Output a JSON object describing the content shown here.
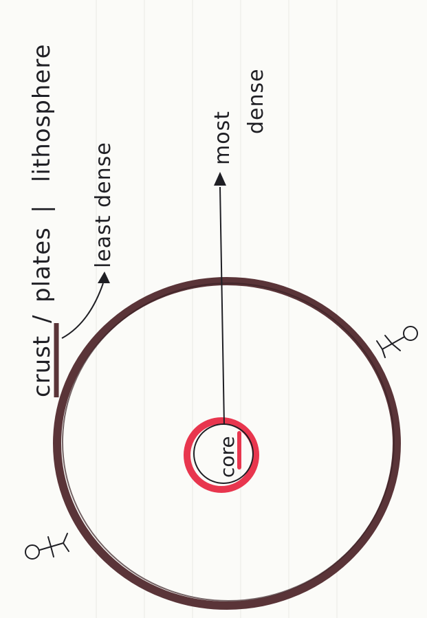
{
  "diagram": {
    "labels": {
      "crust": "crust",
      "separator_1": "/",
      "plates": "plates",
      "separator_2": "|",
      "lithosphere": "lithosphere",
      "least_dense": "least dense",
      "most": "most",
      "dense": "dense",
      "core": "core"
    },
    "colors": {
      "crust_ring": "#5a3438",
      "core_ring": "#e8364e",
      "ink": "#1f1f24",
      "paper": "#fbfbf8"
    },
    "icons": [
      "stick-figure-top",
      "stick-figure-bottom"
    ]
  }
}
